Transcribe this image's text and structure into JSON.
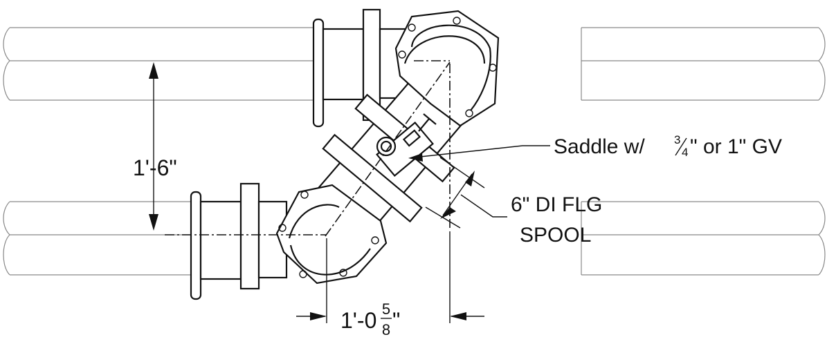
{
  "drawing": {
    "dimension_vertical": "1'-6\"",
    "dimension_horizontal": {
      "whole": "1'-0",
      "fraction_numerator": "5",
      "fraction_denominator": "8",
      "suffix": "\""
    },
    "callout_saddle": {
      "prefix": "Saddle w/ ",
      "fraction_numerator": "3",
      "fraction_denominator": "4",
      "suffix": "\" or 1\" GV"
    },
    "callout_spool": {
      "line1": "6\" DI FLG",
      "line2": "SPOOL"
    }
  }
}
